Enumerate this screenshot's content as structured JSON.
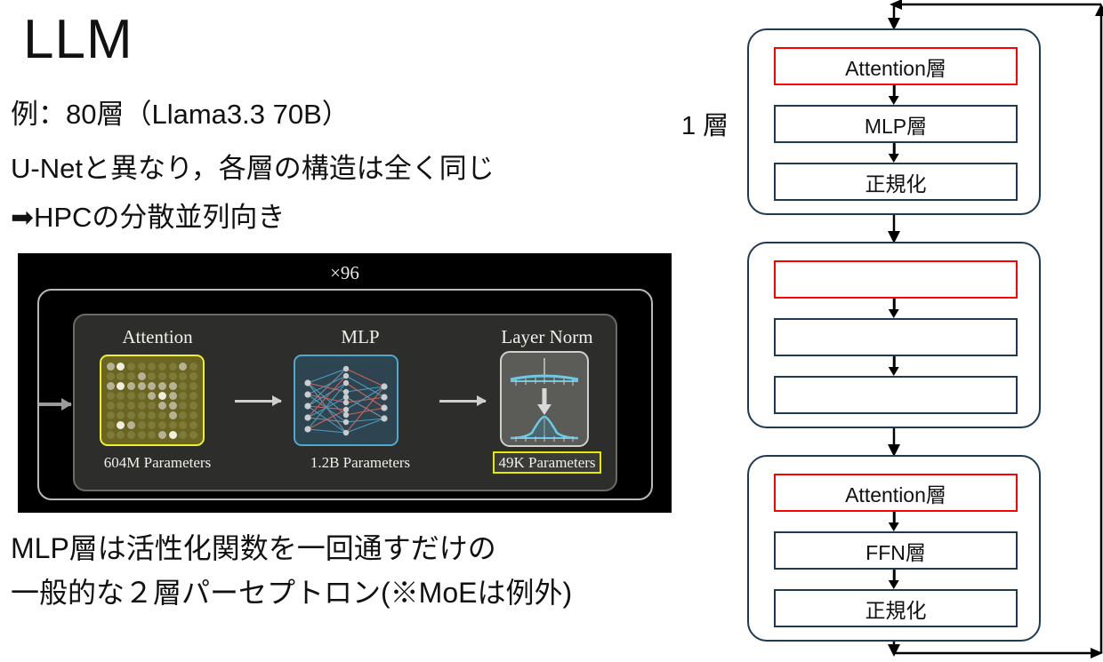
{
  "slide": {
    "title": "LLM",
    "lines": [
      "例：80層（Llama3.3 70B）",
      "U-Netと異なり，各層の構造は全く同じ",
      "➡HPCの分散並列向き"
    ],
    "bottom_lines": [
      "MLP層は活性化関数を一回通すだけの",
      "一般的な２層パーセプトロン(※MoEは例外)"
    ]
  },
  "figure": {
    "repeat_label": "×96",
    "columns": [
      {
        "title": "Attention",
        "caption": "604M Parameters",
        "highlighted": false
      },
      {
        "title": "MLP",
        "caption": "1.2B Parameters",
        "highlighted": false
      },
      {
        "title": "Layer Norm",
        "caption": "49K Parameters",
        "highlighted": true
      }
    ]
  },
  "diagram": {
    "layer_label": "1 層",
    "blocks": [
      {
        "boxes": [
          {
            "label": "Attention層",
            "accent": "red"
          },
          {
            "label": "MLP層",
            "accent": "navy"
          },
          {
            "label": "正規化",
            "accent": "navy"
          }
        ]
      },
      {
        "boxes": [
          {
            "label": "",
            "accent": "red"
          },
          {
            "label": "",
            "accent": "navy"
          },
          {
            "label": "",
            "accent": "navy"
          }
        ]
      },
      {
        "boxes": [
          {
            "label": "Attention層",
            "accent": "red"
          },
          {
            "label": "FFN層",
            "accent": "navy"
          },
          {
            "label": "正規化",
            "accent": "navy"
          }
        ]
      }
    ]
  },
  "colors": {
    "box_stroke": "#1F3A54",
    "accent_red": "#FF0000",
    "arrow": "#000000",
    "figure_bg": "#000000",
    "figure_yellow": "#EFEF2E",
    "figure_blue": "#4FA9CC"
  }
}
